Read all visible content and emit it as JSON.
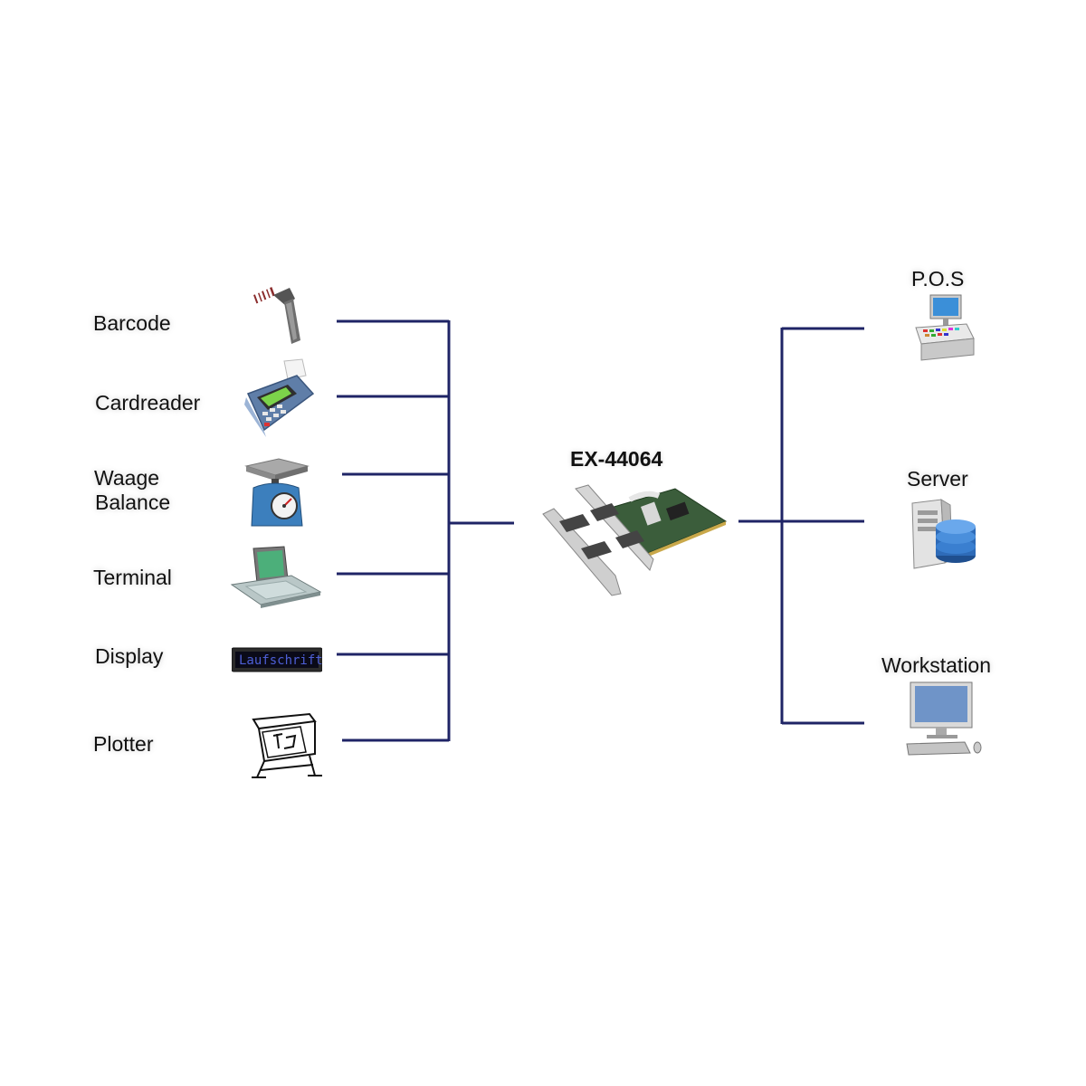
{
  "center": {
    "label": "EX-44064"
  },
  "left_devices": [
    {
      "label": "Barcode",
      "icon": "barcode-scanner-icon"
    },
    {
      "label": "Cardreader",
      "icon": "card-reader-icon"
    },
    {
      "label_line1": "Waage",
      "label_line2": "Balance",
      "icon": "scale-icon"
    },
    {
      "label": "Terminal",
      "icon": "terminal-icon"
    },
    {
      "label": "Display",
      "icon": "led-display-icon",
      "display_text": "Laufschrift"
    },
    {
      "label": "Plotter",
      "icon": "plotter-icon"
    }
  ],
  "right_devices": [
    {
      "label": "P.O.S",
      "icon": "pos-register-icon"
    },
    {
      "label": "Server",
      "icon": "server-icon"
    },
    {
      "label": "Workstation",
      "icon": "workstation-icon"
    }
  ],
  "colors": {
    "connector": "#1f2466",
    "text": "#111111"
  }
}
